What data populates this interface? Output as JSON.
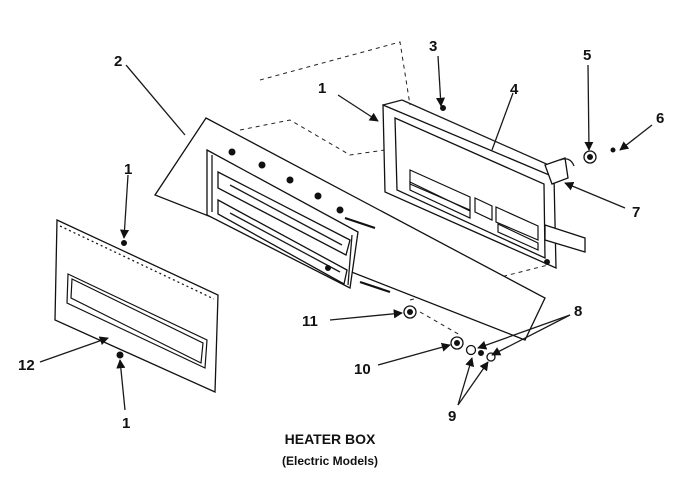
{
  "caption": {
    "title": "HEATER BOX",
    "subtitle": "(Electric Models)"
  },
  "callouts": {
    "c1_top": "1",
    "c1_left_top": "1",
    "c1_left_bottom": "1",
    "c2": "2",
    "c3": "3",
    "c4": "4",
    "c5": "5",
    "c6": "6",
    "c7": "7",
    "c8": "8",
    "c9": "9",
    "c10": "10",
    "c11": "11",
    "c12": "12"
  },
  "colors": {
    "ink": "#111111",
    "background": "#ffffff"
  }
}
